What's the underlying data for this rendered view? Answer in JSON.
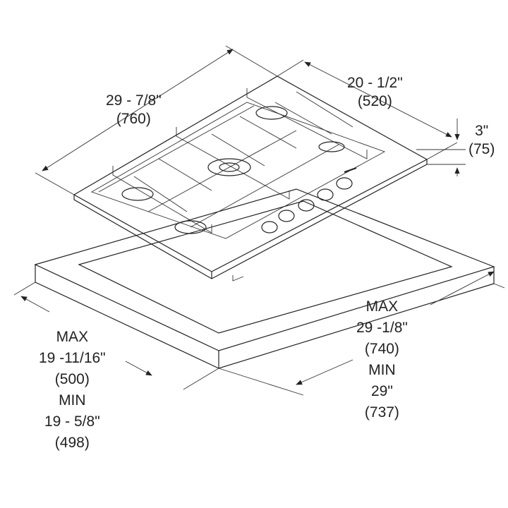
{
  "dimensions": {
    "width": {
      "imperial": "29 - 7/8\"",
      "metric": "(760)"
    },
    "depth": {
      "imperial": "20 - 1/2\"",
      "metric": "(520)"
    },
    "height": {
      "imperial": "3\"",
      "metric": "(75)"
    },
    "cutout_width": {
      "max_label": "MAX",
      "max_imperial": "29 -1/8\"",
      "max_metric": "(740)",
      "min_label": "MIN",
      "min_imperial": "29\"",
      "min_metric": "(737)"
    },
    "cutout_depth": {
      "max_label": "MAX",
      "max_imperial": "19 -11/16\"",
      "max_metric": "(500)",
      "min_label": "MIN",
      "min_imperial": "19 - 5/8\"",
      "min_metric": "(498)"
    }
  },
  "colors": {
    "line": "#222222",
    "background": "#ffffff"
  }
}
